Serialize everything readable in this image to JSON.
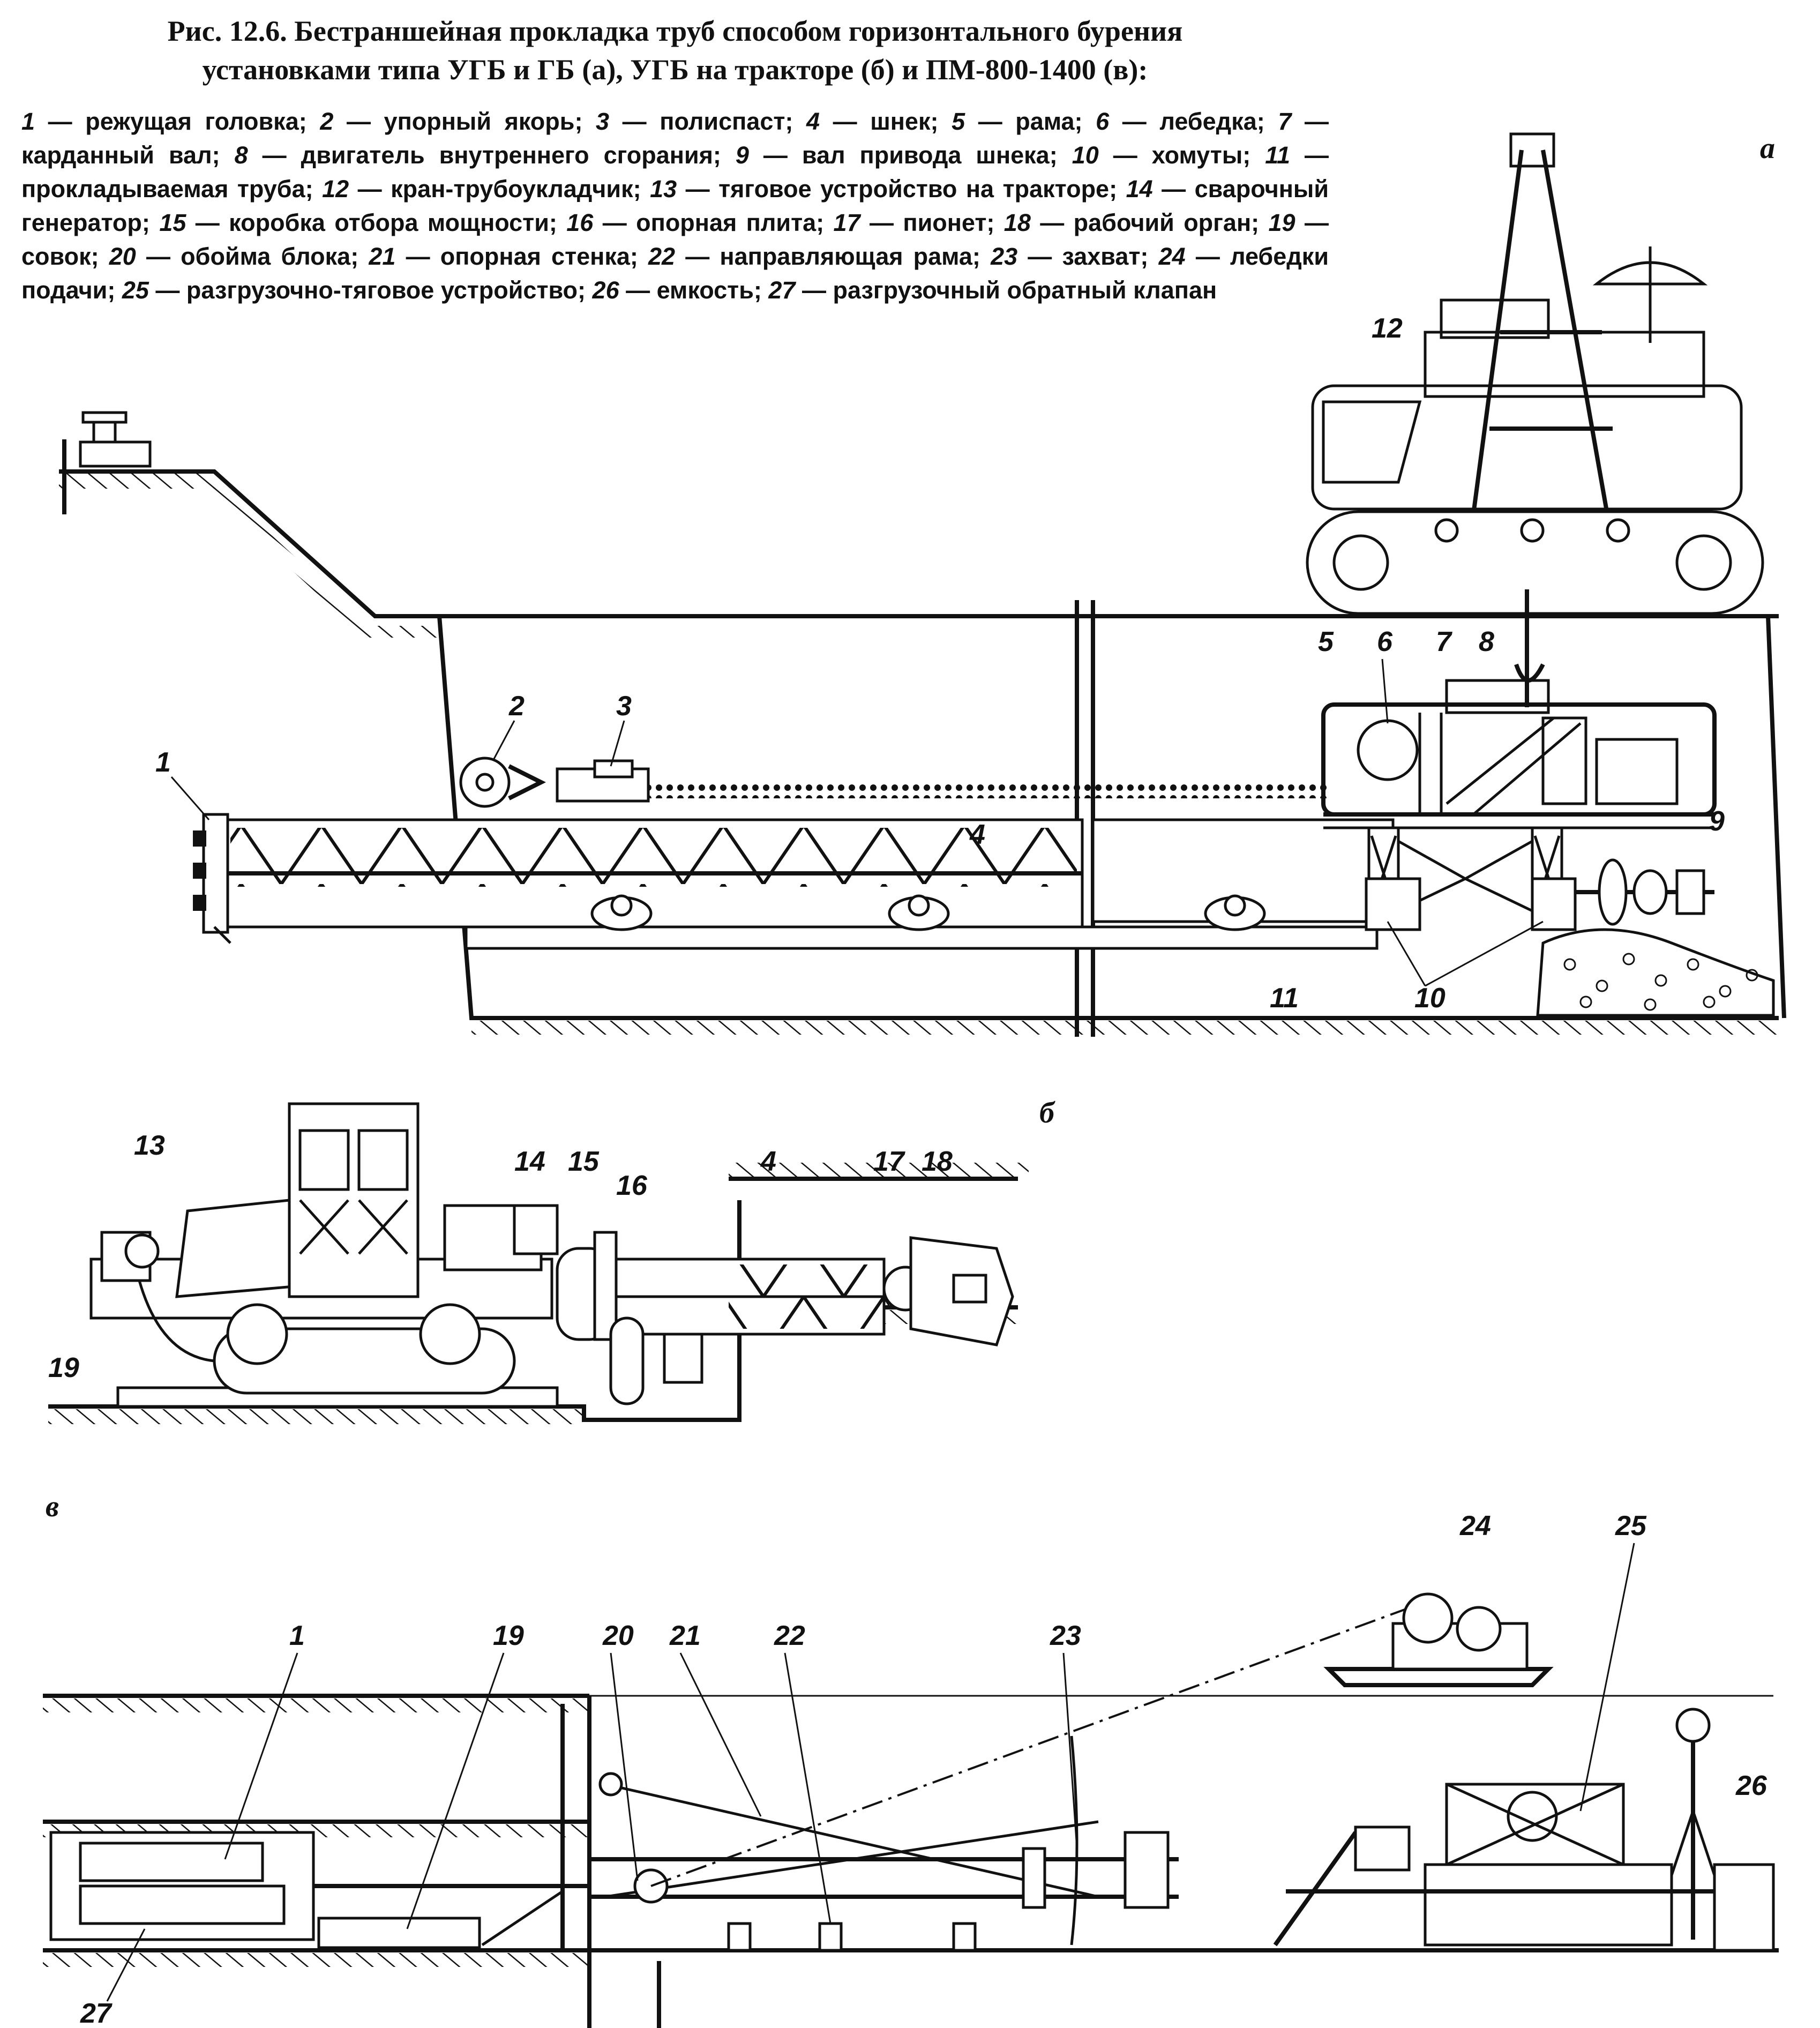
{
  "caption": {
    "line1": "Рис. 12.6. Бестраншейная прокладка труб способом горизонтального бурения",
    "line2": "установками типа УГБ и ГБ (а), УГБ на тракторе (б) и ПМ-800-1400 (в):"
  },
  "legend": [
    {
      "n": "1",
      "t": "режущая головка"
    },
    {
      "n": "2",
      "t": "упорный якорь"
    },
    {
      "n": "3",
      "t": "полиспаст"
    },
    {
      "n": "4",
      "t": "шнек"
    },
    {
      "n": "5",
      "t": "рама"
    },
    {
      "n": "6",
      "t": "лебедка"
    },
    {
      "n": "7",
      "t": "карданный вал"
    },
    {
      "n": "8",
      "t": "двигатель внутреннего сгорания"
    },
    {
      "n": "9",
      "t": "вал привода шнека"
    },
    {
      "n": "10",
      "t": "хомуты"
    },
    {
      "n": "11",
      "t": "прокладываемая труба"
    },
    {
      "n": "12",
      "t": "кран-трубоукладчик"
    },
    {
      "n": "13",
      "t": "тяговое устройство на тракторе"
    },
    {
      "n": "14",
      "t": "сварочный генератор"
    },
    {
      "n": "15",
      "t": "коробка отбора мощности"
    },
    {
      "n": "16",
      "t": "опорная плита"
    },
    {
      "n": "17",
      "t": "пионет"
    },
    {
      "n": "18",
      "t": "рабочий орган"
    },
    {
      "n": "19",
      "t": "совок"
    },
    {
      "n": "20",
      "t": "обойма блока"
    },
    {
      "n": "21",
      "t": "опорная стенка"
    },
    {
      "n": "22",
      "t": "направляющая рама"
    },
    {
      "n": "23",
      "t": "захват"
    },
    {
      "n": "24",
      "t": "лебедки подачи"
    },
    {
      "n": "25",
      "t": "разгрузочно-тяговое устройство"
    },
    {
      "n": "26",
      "t": "емкость"
    },
    {
      "n": "27",
      "t": "разгрузочный обратный клапан"
    }
  ],
  "parts": {
    "a": "а",
    "b": "б",
    "v": "в"
  },
  "labels": {
    "a": [
      "1",
      "2",
      "3",
      "4",
      "5",
      "6",
      "7",
      "8",
      "9",
      "10",
      "11",
      "12"
    ],
    "b": [
      "13",
      "14",
      "15",
      "16",
      "4",
      "17",
      "18",
      "19"
    ],
    "v": [
      "1",
      "19",
      "20",
      "21",
      "22",
      "23",
      "24",
      "25",
      "26",
      "27"
    ]
  }
}
